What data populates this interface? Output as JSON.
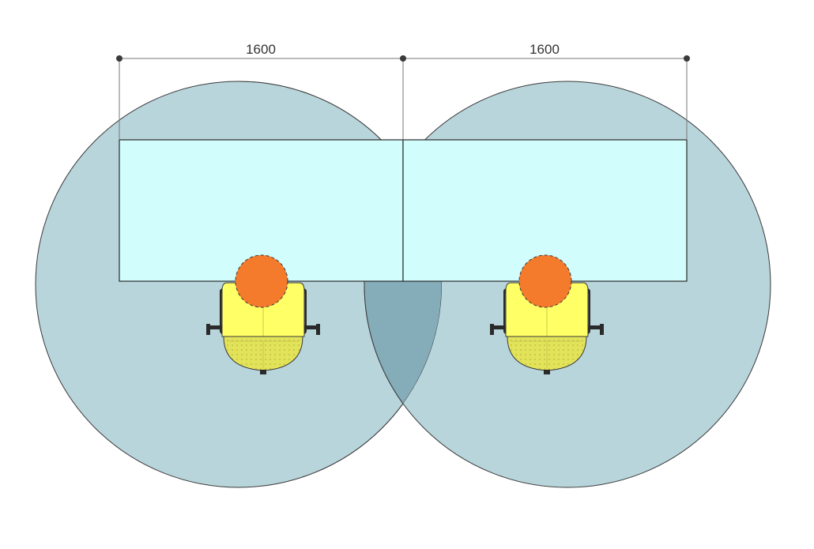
{
  "dimensions": [
    {
      "label": "1600"
    },
    {
      "label": "1600"
    }
  ],
  "colors": {
    "background": "#ffffff",
    "zone_circle": "#b9d5dc",
    "zone_overlap": "#85adb9",
    "desk": "#d1fdfd",
    "desk_stroke": "#2b2b2b",
    "person_head": "#f47a2c",
    "chair_yellow": "#ffff66",
    "chair_seat": "#e9e95a",
    "dimension_line": "#666666",
    "dimension_dot": "#3a3a3a"
  },
  "workstations": [
    {
      "name": "left-workstation",
      "items": [
        "desk",
        "chair",
        "person",
        "reach-zone"
      ]
    },
    {
      "name": "right-workstation",
      "items": [
        "desk",
        "chair",
        "person",
        "reach-zone"
      ]
    }
  ]
}
